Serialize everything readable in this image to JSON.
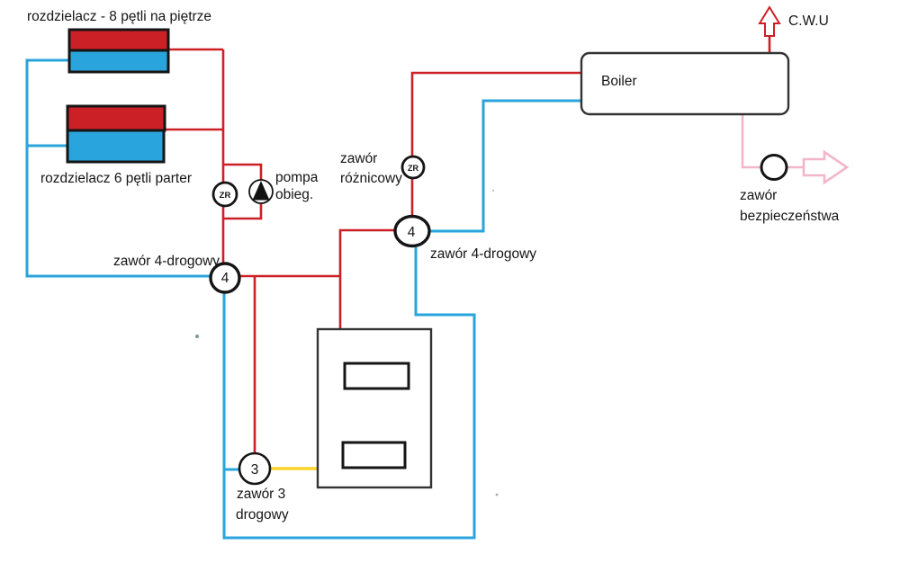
{
  "title": "heating-system-schematic",
  "colors": {
    "red": "#cc2027",
    "blue": "#2aa4dc",
    "pink": "#f2b6ca",
    "yellow": "#ffd42a",
    "ink": "#151515",
    "box": "#333333",
    "paper": "#ffffff"
  },
  "labels": {
    "distributor_upper": "rozdzielacz - 8 pętli na piętrze",
    "distributor_lower": "rozdzielacz 6 pętli parter",
    "pump_line1": "pompa",
    "pump_line2": "obieg.",
    "check_valve_left": "ZR",
    "check_valve_right": "ZR",
    "diff_valve_line1": "zawór",
    "diff_valve_line2": "różnicowy",
    "four_way_left_label": "zawór 4-drogowy",
    "four_way_left_symbol": "4",
    "four_way_right_label": "zawór 4-drogowy",
    "four_way_right_symbol": "4",
    "three_way_symbol": "3",
    "three_way_line1": "zawór 3",
    "three_way_line2": "drogowy",
    "boiler": "Boiler",
    "cwu": "C.W.U",
    "safety_valve_line1": "zawór",
    "safety_valve_line2": "bezpieczeństwa"
  }
}
